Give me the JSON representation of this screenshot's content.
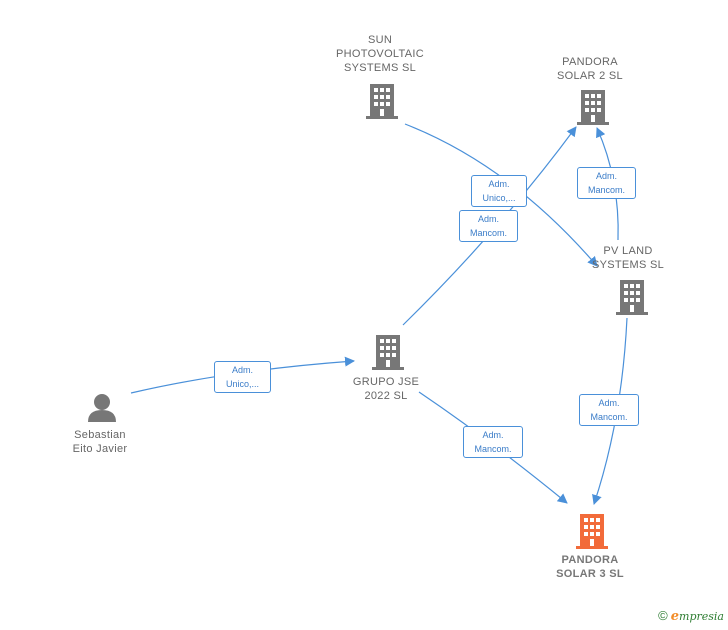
{
  "colors": {
    "edge": "#4a90d9",
    "company": "#777777",
    "target": "#f26b3a",
    "person": "#777777"
  },
  "nodes": {
    "sun": {
      "lines": [
        "SUN",
        "PHOTOVOLTAIC",
        "SYSTEMS  SL"
      ],
      "icon": "building-icon"
    },
    "pandora2": {
      "lines": [
        "PANDORA",
        "SOLAR 2  SL"
      ],
      "icon": "building-icon"
    },
    "pvland": {
      "lines": [
        "PV LAND",
        "SYSTEMS  SL"
      ],
      "icon": "building-icon"
    },
    "grupo": {
      "lines": [
        "GRUPO JSE",
        "2022  SL"
      ],
      "icon": "building-icon"
    },
    "pandora3": {
      "lines": [
        "PANDORA",
        "SOLAR 3  SL"
      ],
      "icon": "building-icon"
    },
    "sebastian": {
      "lines": [
        "Sebastian",
        "Eito Javier"
      ],
      "icon": "person-icon"
    }
  },
  "edges": {
    "seb_grupo": {
      "lines": [
        "Adm.",
        "Unico,..."
      ]
    },
    "sun_pvland": {
      "lines": [
        "Adm.",
        "Unico,..."
      ]
    },
    "grupo_pandora2": {
      "lines": [
        "Adm.",
        "Mancom."
      ]
    },
    "pvland_pandora2": {
      "lines": [
        "Adm.",
        "Mancom."
      ]
    },
    "pvland_pandora3": {
      "lines": [
        "Adm.",
        "Mancom."
      ]
    },
    "grupo_pandora3": {
      "lines": [
        "Adm.",
        "Mancom."
      ]
    }
  },
  "brand": {
    "copyright": "©",
    "e": "e",
    "rest": "mpresia"
  }
}
